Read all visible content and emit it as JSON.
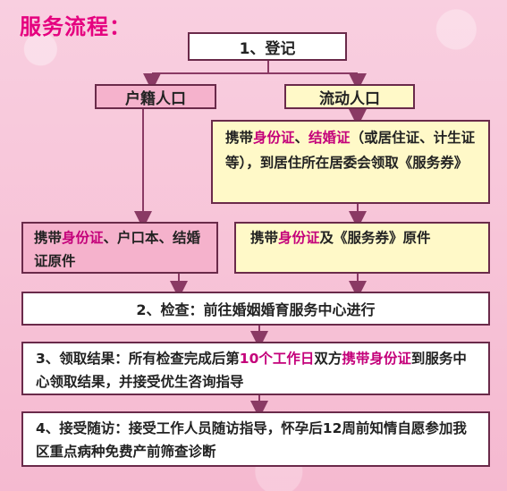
{
  "title": "服务流程：",
  "steps": {
    "register": "1、登记",
    "resident": "户籍人口",
    "floating": "流动人口",
    "floating_detail": {
      "p1": "携带",
      "h1": "身份证",
      "p2": "、",
      "h2": "结婚证",
      "p3": "（或居住证、计生证等），到居住所在居委会领取《服务券》"
    },
    "resident_docs": {
      "p1": "携带",
      "h1": "身份证",
      "p2": "、户口本、结婚证原件"
    },
    "floating_docs": {
      "p1": "携带",
      "h1": "身份证",
      "p2": "及《服务券》原件"
    },
    "check": "2、检查：前往婚姻婚育服务中心进行",
    "result": {
      "p1": "3、领取结果：所有检查完成后第",
      "h1": "10个工作日",
      "p2": "双方",
      "h2": "携带身份证",
      "p3": "到服务中心领取结果，并接受优生咨询指导"
    },
    "followup": "4、接受随访：接受工作人员随访指导，怀孕后12周前知情自愿参加我区重点病种免费产前筛查诊断"
  },
  "colors": {
    "title": "#e5007f",
    "highlight": "#c4007a",
    "border": "#6a2a4a",
    "yellow_box": "#fff9c8",
    "pink_box": "#f5b2cc",
    "white_box": "#ffffff"
  }
}
